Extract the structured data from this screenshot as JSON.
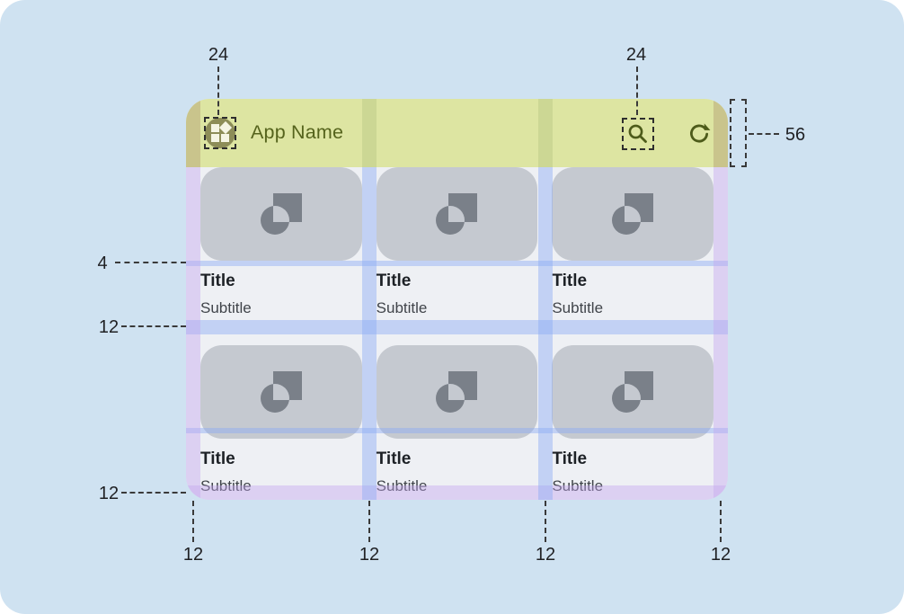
{
  "appbar": {
    "title": "App Name"
  },
  "cards": [
    {
      "title": "Title",
      "subtitle": "Subtitle"
    },
    {
      "title": "Title",
      "subtitle": "Subtitle"
    },
    {
      "title": "Title",
      "subtitle": "Subtitle"
    },
    {
      "title": "Title",
      "subtitle": "Subtitle"
    },
    {
      "title": "Title",
      "subtitle": "Subtitle"
    },
    {
      "title": "Title",
      "subtitle": "Subtitle"
    }
  ],
  "annotations": {
    "icon_size_left": "24",
    "icon_size_right": "24",
    "appbar_height": "56",
    "image_text_gap": "4",
    "row_gap": "12",
    "bottom_margin": "12",
    "bottom_spacings": [
      "12",
      "12",
      "12",
      "12"
    ]
  },
  "icons": {
    "app_logo": "grid-tiles-icon",
    "search": "search-icon",
    "refresh": "refresh-icon",
    "card_image": "image-placeholder-icon"
  },
  "colors": {
    "canvas_bg": "#cfe2f1",
    "appbar_bg": "#dde5a2",
    "appbar_fg": "#55631c",
    "screen_bg": "#eef0f4",
    "card_image_bg": "#c5c9d0",
    "card_image_fg": "#7a8089",
    "margin_overlay_purple": "#c3a4ef",
    "gutter_overlay_blue": "#8caaf5",
    "title_fg": "#1d2126",
    "subtitle_fg": "#40444a",
    "annotation_fg": "#202124"
  }
}
